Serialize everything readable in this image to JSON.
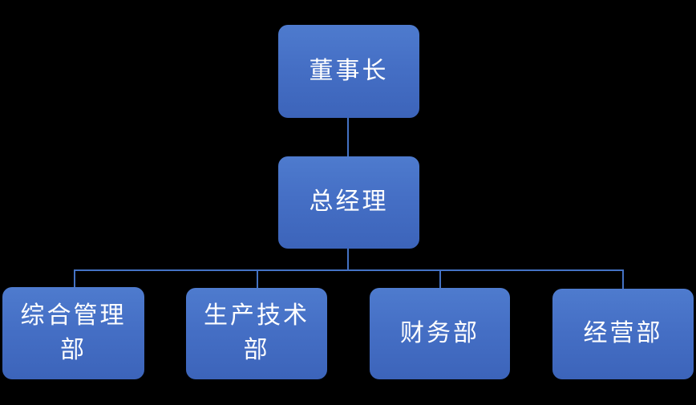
{
  "diagram": {
    "type": "org-chart",
    "background_color": "#000000",
    "node_fill_top": "#4e7bce",
    "node_fill_bottom": "#3c64ba",
    "node_text_color": "#ffffff",
    "connector_color": "#4472c4",
    "nodes": [
      {
        "id": "chairman",
        "label": "董事长",
        "level": 1,
        "parent": null
      },
      {
        "id": "general-manager",
        "label": "总经理",
        "level": 2,
        "parent": "chairman"
      },
      {
        "id": "dept-general-admin",
        "label": "综合管理\n部",
        "level": 3,
        "parent": "general-manager"
      },
      {
        "id": "dept-production-tech",
        "label": "生产技术\n部",
        "level": 3,
        "parent": "general-manager"
      },
      {
        "id": "dept-finance",
        "label": "财务部",
        "level": 3,
        "parent": "general-manager"
      },
      {
        "id": "dept-operations",
        "label": "经营部",
        "level": 3,
        "parent": "general-manager"
      }
    ],
    "edges": [
      {
        "from": "chairman",
        "to": "general-manager"
      },
      {
        "from": "general-manager",
        "to": "dept-general-admin"
      },
      {
        "from": "general-manager",
        "to": "dept-production-tech"
      },
      {
        "from": "general-manager",
        "to": "dept-finance"
      },
      {
        "from": "general-manager",
        "to": "dept-operations"
      }
    ]
  }
}
